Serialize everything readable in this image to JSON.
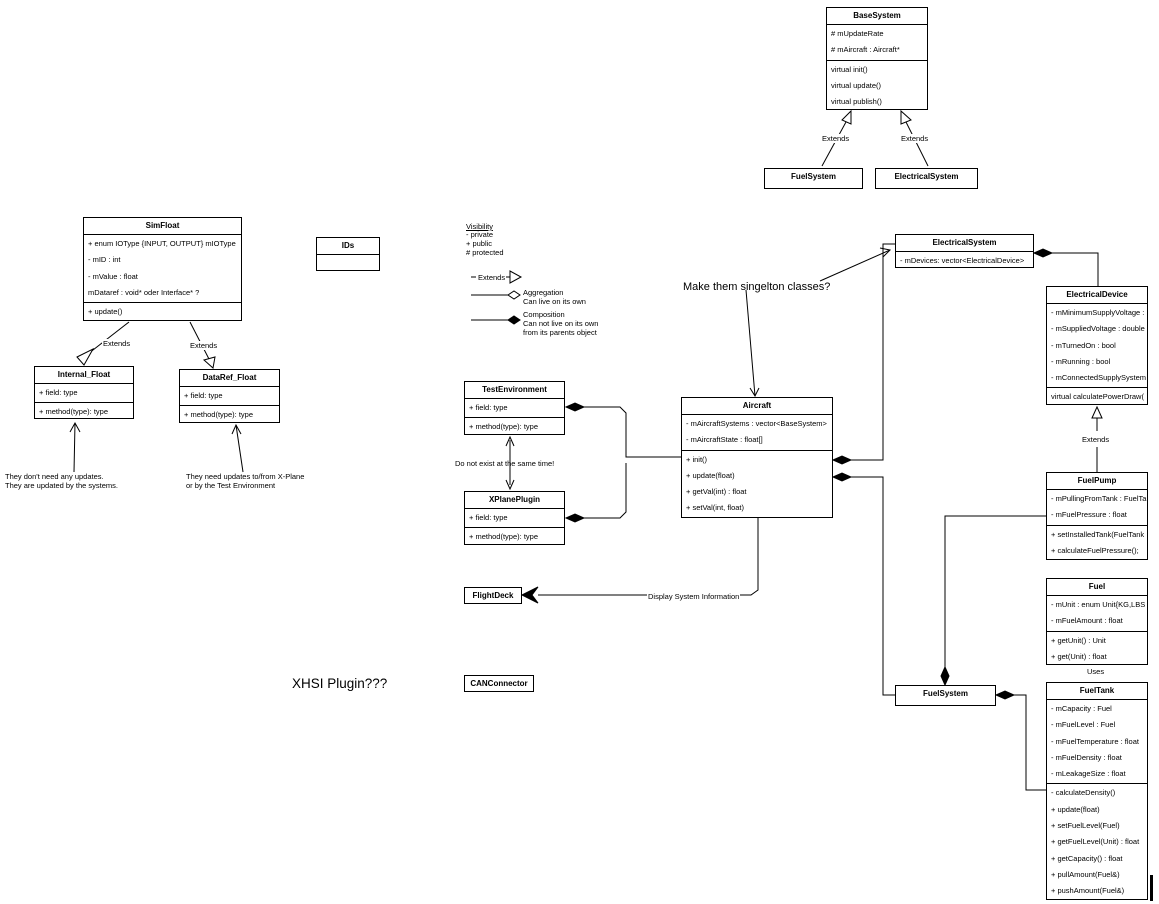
{
  "classes": {
    "base_system": {
      "name": "BaseSystem",
      "attributes": [
        "# mUpdateRate",
        "# mAircraft : Aircraft*"
      ],
      "methods": [
        "virtual init()",
        "virtual update()",
        "virtual publish()"
      ]
    },
    "fuel_system_top": {
      "name": "FuelSystem"
    },
    "electrical_system_top": {
      "name": "ElectricalSystem"
    },
    "sim_float": {
      "name": "SimFloat",
      "attributes": [
        "+ enum IOType {INPUT, OUTPUT} mIOType",
        "- mID : int",
        "- mValue : float",
        "mDataref : void* oder Interface* ?"
      ],
      "methods": [
        "+ update()"
      ]
    },
    "internal_float": {
      "name": "Internal_Float",
      "attributes": [
        "+ field: type"
      ],
      "methods": [
        "+ method(type): type"
      ]
    },
    "dataref_float": {
      "name": "DataRef_Float",
      "attributes": [
        "+ field: type"
      ],
      "methods": [
        "+ method(type): type"
      ]
    },
    "ids": {
      "name": "IDs"
    },
    "test_environment": {
      "name": "TestEnvironment",
      "attributes": [
        "+ field: type"
      ],
      "methods": [
        "+ method(type): type"
      ]
    },
    "xplane_plugin": {
      "name": "XPlanePlugin",
      "attributes": [
        "+ field: type"
      ],
      "methods": [
        "+ method(type): type"
      ]
    },
    "aircraft": {
      "name": "Aircraft",
      "attributes": [
        "- mAircraftSystems : vector<BaseSystem>",
        "- mAircraftState : float[]"
      ],
      "methods": [
        "+ init()",
        "+ update(float)",
        "+ getVal(int) : float",
        "+ setVal(int, float)"
      ]
    },
    "flight_deck": {
      "name": "FlightDeck"
    },
    "can_connector": {
      "name": "CANConnector"
    },
    "electrical_system": {
      "name": "ElectricalSystem",
      "attributes": [
        "- mDevices: vector<ElectricalDevice>"
      ]
    },
    "electrical_device": {
      "name": "ElectricalDevice",
      "attributes": [
        "- mMinimumSupplyVoltage :",
        "- mSuppliedVoltage : double",
        "- mTurnedOn : bool",
        "- mRunning : bool",
        "- mConnectedSupplySystem"
      ],
      "methods": [
        "virtual calculatePowerDraw("
      ]
    },
    "fuel_pump": {
      "name": "FuelPump",
      "attributes": [
        "- mPullingFromTank : FuelTa",
        "- mFuelPressure : float"
      ],
      "methods": [
        "+ setInstalledTank(FuelTank",
        "+ calculateFuelPressure();"
      ]
    },
    "fuel": {
      "name": "Fuel",
      "attributes": [
        "- mUnit : enum Unit{KG,LBS",
        "- mFuelAmount : float"
      ],
      "methods": [
        "+ getUnit() : Unit",
        "+ get(Unit) : float"
      ]
    },
    "fuel_system": {
      "name": "FuelSystem"
    },
    "fuel_tank": {
      "name": "FuelTank",
      "attributes": [
        "- mCapacity : Fuel",
        "- mFuelLevel : Fuel",
        "- mFuelTemperature : float",
        "- mFuelDensity : float",
        "- mLeakageSize : float"
      ],
      "methods": [
        "- calculateDensity()",
        "+ update(float)",
        "+ setFuelLevel(Fuel)",
        "+ getFuelLevel(Unit) : float",
        "+ getCapacity() : float",
        "+ pullAmount(Fuel&)",
        "+ pushAmount(Fuel&)"
      ]
    }
  },
  "labels": {
    "extends": "Extends",
    "uses": "Uses",
    "display_info": "Display System Information",
    "not_same_time": "Do not exist at the same time!",
    "no_updates": "They don't need any updates.\nThey are updated by the systems.",
    "need_updates": "They need updates to/from X-Plane\nor by the Test Environment",
    "singleton": "Make them singelton classes?",
    "xhsi": "XHSI Plugin???"
  },
  "legend": {
    "visibility_title": "Visibility",
    "visibility_items": [
      "- private",
      "+ public",
      "# protected"
    ],
    "extends": "Extends",
    "aggregation": "Aggregation",
    "aggregation_note": "Can live on its own",
    "composition": "Composition",
    "composition_note": "Can not live on its own\nfrom its parents object"
  }
}
